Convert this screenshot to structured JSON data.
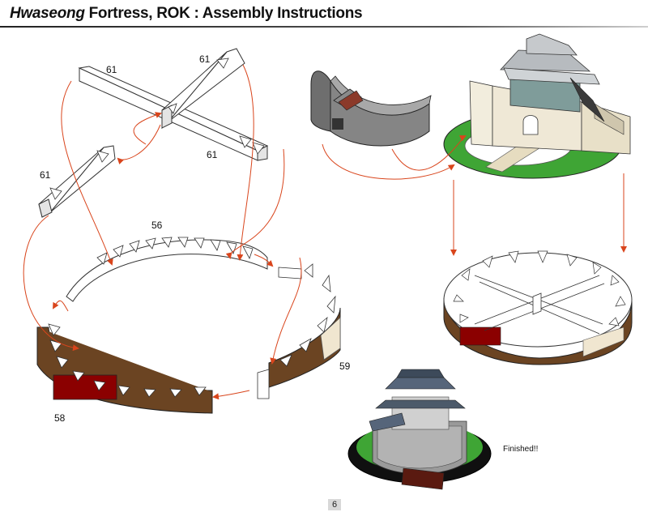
{
  "header": {
    "title_italic": "Hwaseong",
    "title_rest": " Fortress, ROK : Assembly Instructions"
  },
  "parts": {
    "p61a": "61",
    "p61b": "61",
    "p61c": "61",
    "p61d": "61",
    "p56": "56",
    "p59": "59",
    "p58": "58"
  },
  "finished_label": "Finished!!",
  "page_number": "6",
  "colors": {
    "arrow": "#d9451c",
    "base_brown": "#6b4422",
    "panel_red": "#8b0000",
    "grass_green": "#3fa535"
  }
}
